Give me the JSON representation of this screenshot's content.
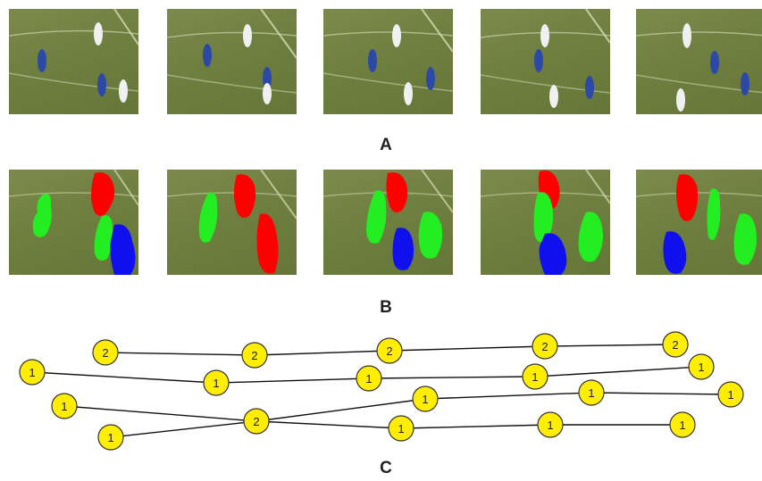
{
  "labels": {
    "row_a": "A",
    "row_b": "B",
    "row_c": "C"
  },
  "colors": {
    "field": "#6f7f40",
    "team_blue": "#2d49a8",
    "team_white": "#f0f0f0",
    "mask_red": "#ff0000",
    "mask_green": "#22ee22",
    "mask_blue": "#1010ee",
    "node_fill": "#ffee00",
    "node_stroke": "#333333",
    "edge": "#111111"
  },
  "graph": {
    "nodes": [
      {
        "id": "n1",
        "label": "2"
      },
      {
        "id": "n2",
        "label": "1"
      },
      {
        "id": "n3",
        "label": "1"
      },
      {
        "id": "n4",
        "label": "1"
      },
      {
        "id": "n5",
        "label": "2"
      },
      {
        "id": "n6",
        "label": "1"
      },
      {
        "id": "n7",
        "label": "2"
      },
      {
        "id": "n8",
        "label": "2"
      },
      {
        "id": "n9",
        "label": "1"
      },
      {
        "id": "n10",
        "label": "1"
      },
      {
        "id": "n11",
        "label": "1"
      },
      {
        "id": "n12",
        "label": "2"
      },
      {
        "id": "n13",
        "label": "1"
      },
      {
        "id": "n14",
        "label": "1"
      },
      {
        "id": "n15",
        "label": "1"
      },
      {
        "id": "n16",
        "label": "2"
      },
      {
        "id": "n17",
        "label": "1"
      },
      {
        "id": "n18",
        "label": "1"
      },
      {
        "id": "n19",
        "label": "1"
      },
      {
        "id": "n20",
        "label": "1"
      }
    ],
    "edges": [
      [
        "n1",
        "n5"
      ],
      [
        "n5",
        "n8"
      ],
      [
        "n8",
        "n12"
      ],
      [
        "n12",
        "n16"
      ],
      [
        "n2",
        "n6"
      ],
      [
        "n6",
        "n9"
      ],
      [
        "n9",
        "n13"
      ],
      [
        "n13",
        "n17"
      ],
      [
        "n3",
        "n7"
      ],
      [
        "n4",
        "n7"
      ],
      [
        "n7",
        "n10"
      ],
      [
        "n10",
        "n14"
      ],
      [
        "n14",
        "n18"
      ],
      [
        "n7",
        "n11"
      ],
      [
        "n11",
        "n15"
      ],
      [
        "n15",
        "n19"
      ],
      [
        "n19",
        "n20"
      ]
    ]
  }
}
